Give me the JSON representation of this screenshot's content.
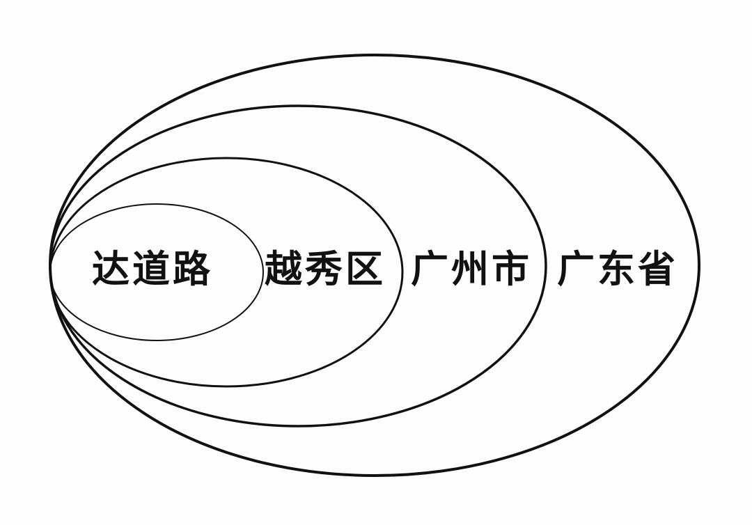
{
  "diagram": {
    "type": "nested-ellipses",
    "stroke_color": "#111111",
    "levels": [
      {
        "label": "达道路"
      },
      {
        "label": "越秀区"
      },
      {
        "label": "广州市"
      },
      {
        "label": "广东省"
      }
    ]
  }
}
